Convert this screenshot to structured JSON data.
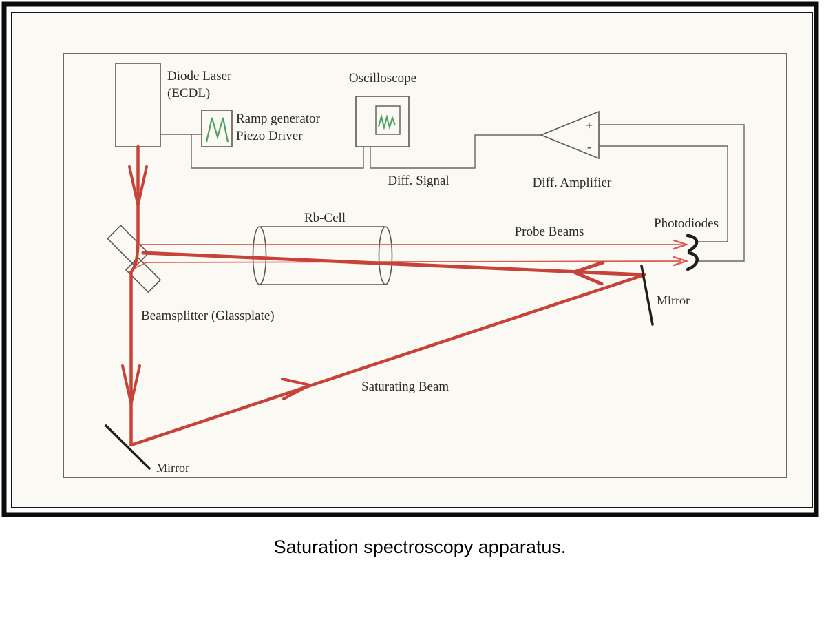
{
  "caption": "Saturation spectroscopy apparatus.",
  "labels": {
    "diode_laser_line1": "Diode Laser",
    "diode_laser_line2": "(ECDL)",
    "ramp_generator": "Ramp generator",
    "piezo_driver": "Piezo Driver",
    "oscilloscope": "Oscilloscope",
    "diff_signal": "Diff. Signal",
    "diff_amplifier": "Diff. Amplifier",
    "amp_plus": "+",
    "amp_minus": "-",
    "rb_cell": "Rb-Cell",
    "probe_beams": "Probe Beams",
    "photodiodes": "Photodiodes",
    "beamsplitter": "Beamsplitter (Glassplate)",
    "saturating_beam": "Saturating Beam",
    "mirror_bottom": "Mirror",
    "mirror_right": "Mirror"
  },
  "colors": {
    "beam_red": "#c7433a",
    "probe_red": "#da5c50",
    "trace_green": "#4da15a",
    "component_gray": "#5c5852",
    "wire_gray": "#6a675f",
    "mirror_black": "#201e1b",
    "frame_black": "#0b0b0b",
    "page_bg": "#fbf9f3"
  }
}
